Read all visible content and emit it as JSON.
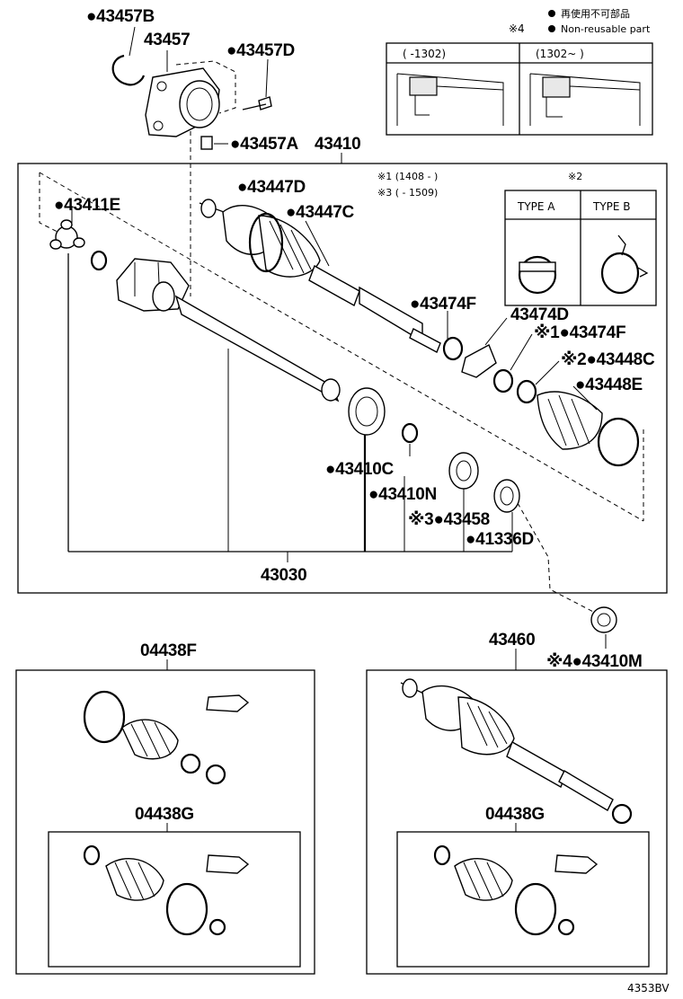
{
  "legend": {
    "dot_text": "再使用不可部品",
    "dot_text_en": "Non-reusable part",
    "note_mark": "※4",
    "table_col1": "(     -1302)",
    "table_col2": "(1302~      )"
  },
  "notes": {
    "n1": "※1 (1408 -          )",
    "n3": "※3 (          - 1509)",
    "n2": "※2",
    "type_a": "TYPE A",
    "type_b": "TYPE B"
  },
  "labels": {
    "p43457B": "●43457B",
    "p43457": "43457",
    "p43457D": "●43457D",
    "p43457A": "●43457A",
    "p43410": "43410",
    "p43411E": "●43411E",
    "p43447D": "●43447D",
    "p43447C": "●43447C",
    "p43474F_a": "●43474F",
    "p43474D": "43474D",
    "p43474F_b": "※1●43474F",
    "p43448C": "※2●43448C",
    "p43448E": "●43448E",
    "p43410C": "●43410C",
    "p43410N": "●43410N",
    "p43458": "※3●43458",
    "p41336D": "●41336D",
    "p43030": "43030",
    "p43410M": "※4●43410M",
    "p04438F": "04438F",
    "p04438G_a": "04438G",
    "p43460": "43460",
    "p04438G_b": "04438G",
    "code": "4353BV"
  }
}
